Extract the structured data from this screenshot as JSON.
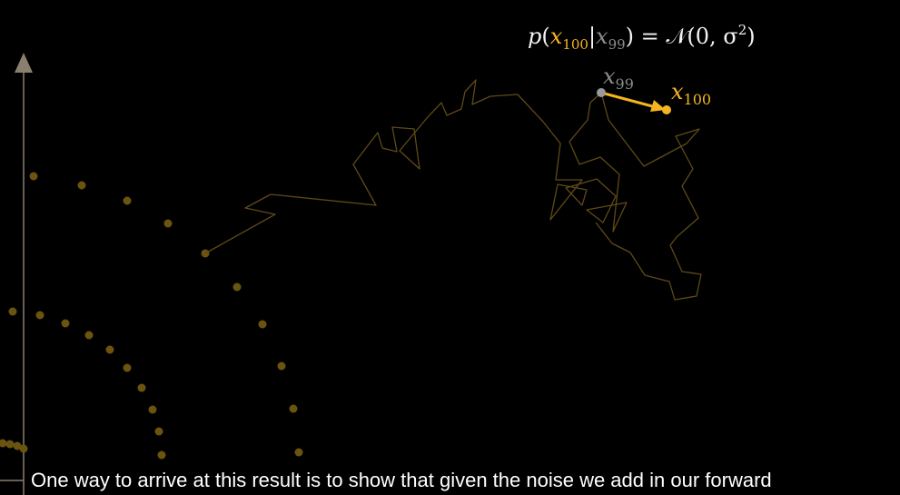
{
  "equation": {
    "lhs_p": "p",
    "var_current": "x",
    "var_current_sub": "100",
    "var_prev": "x",
    "var_prev_sub": "99",
    "rhs": "= 𝒩(0, σ",
    "rhs_sup": "2",
    "rhs_close": ")"
  },
  "labels": {
    "prev": "x",
    "prev_sub": "99",
    "current": "x",
    "current_sub": "100"
  },
  "subtitle": "One way to arrive at this result is to show that given the noise we add in our forward",
  "colors": {
    "accent": "#f5b521",
    "dots": "#6b5410",
    "trail": "#5f4a17",
    "axis": "#8a7f6f",
    "prev_point": "#9a9a9a"
  }
}
